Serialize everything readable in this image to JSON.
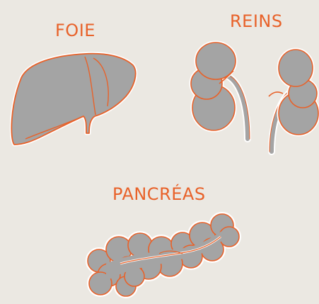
{
  "labels": {
    "liver": "FOIE",
    "kidneys": "REINS",
    "pancreas": "PANCRÉAS"
  },
  "colors": {
    "background": "#ebe8e2",
    "organ_fill": "#a4a4a4",
    "outline": "#e8622a",
    "shadow": "#ffffff"
  }
}
